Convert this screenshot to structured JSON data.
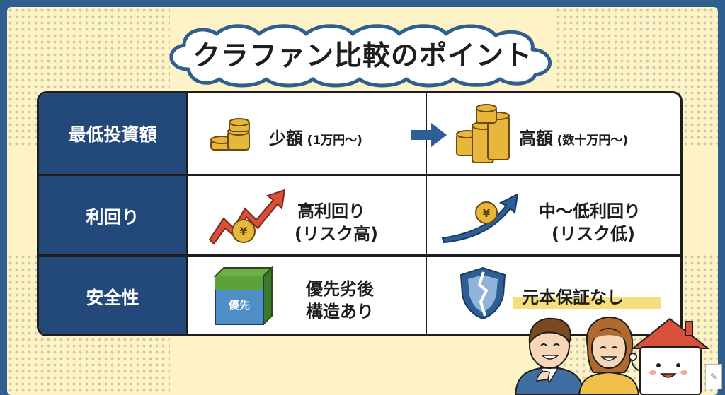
{
  "title": "クラファン比較のポイント",
  "rows": [
    {
      "header": "最低投資額",
      "left": {
        "main": "少額",
        "sub": "(1万円〜)",
        "icon": "small-coin-stack-icon"
      },
      "right": {
        "main": "高額",
        "sub": "(数十万円〜)",
        "icon": "large-coin-stack-icon"
      }
    },
    {
      "header": "利回り",
      "left": {
        "line1": "高利回り",
        "line2": "(リスク高)",
        "icon": "sharp-rising-arrow-yen-icon"
      },
      "right": {
        "line1": "中〜低利回り",
        "line2": "(リスク低)",
        "icon": "gentle-rising-arrow-yen-icon"
      }
    },
    {
      "header": "安全性",
      "left": {
        "box_label": "優先",
        "line1": "優先劣後",
        "line2": "構造あり",
        "icon": "priority-box-icon"
      },
      "right": {
        "text": "元本保証なし",
        "icon": "broken-shield-icon"
      }
    }
  ],
  "colors": {
    "background": "#fdf3c7",
    "border": "#2f5f8f",
    "header_fill": "#23497a",
    "arrow_blue": "#2d5f96",
    "arrow_red": "#d9503a",
    "coin_gold": "#e7b73c",
    "highlight": "#f6df7a"
  }
}
